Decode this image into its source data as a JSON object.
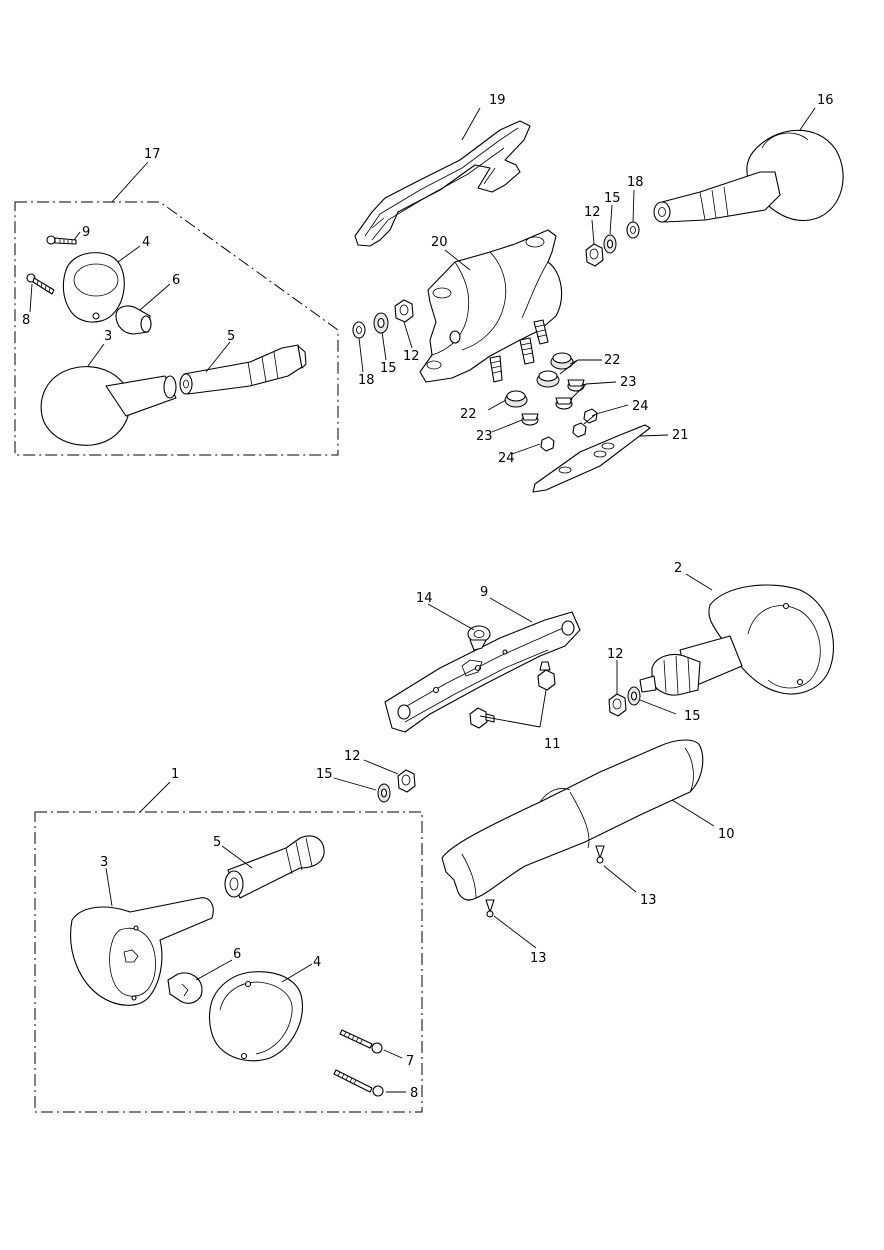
{
  "callouts": [
    {
      "id": "c19",
      "text": "19"
    },
    {
      "id": "c16",
      "text": "16"
    },
    {
      "id": "c17",
      "text": "17"
    },
    {
      "id": "c9a",
      "text": "9"
    },
    {
      "id": "c4a",
      "text": "4"
    },
    {
      "id": "c6a",
      "text": "6"
    },
    {
      "id": "c8a",
      "text": "8"
    },
    {
      "id": "c3a",
      "text": "3"
    },
    {
      "id": "c5a",
      "text": "5"
    },
    {
      "id": "c20",
      "text": "20"
    },
    {
      "id": "c12a",
      "text": "12"
    },
    {
      "id": "c15a",
      "text": "15"
    },
    {
      "id": "c18a",
      "text": "18"
    },
    {
      "id": "c18b",
      "text": "18"
    },
    {
      "id": "c15b",
      "text": "15"
    },
    {
      "id": "c12b",
      "text": "12"
    },
    {
      "id": "c22a",
      "text": "22"
    },
    {
      "id": "c23a",
      "text": "23"
    },
    {
      "id": "c22b",
      "text": "22"
    },
    {
      "id": "c24a",
      "text": "24"
    },
    {
      "id": "c23b",
      "text": "23"
    },
    {
      "id": "c21",
      "text": "21"
    },
    {
      "id": "c24b",
      "text": "24"
    },
    {
      "id": "c2",
      "text": "2"
    },
    {
      "id": "c14",
      "text": "14"
    },
    {
      "id": "c9b",
      "text": "9"
    },
    {
      "id": "c12c",
      "text": "12"
    },
    {
      "id": "c15c",
      "text": "15"
    },
    {
      "id": "c11",
      "text": "11"
    },
    {
      "id": "c12d",
      "text": "12"
    },
    {
      "id": "c15d",
      "text": "15"
    },
    {
      "id": "c1",
      "text": "1"
    },
    {
      "id": "c10",
      "text": "10"
    },
    {
      "id": "c5b",
      "text": "5"
    },
    {
      "id": "c3b",
      "text": "3"
    },
    {
      "id": "c13a",
      "text": "13"
    },
    {
      "id": "c6b",
      "text": "6"
    },
    {
      "id": "c4b",
      "text": "4"
    },
    {
      "id": "c13b",
      "text": "13"
    },
    {
      "id": "c7",
      "text": "7"
    },
    {
      "id": "c8b",
      "text": "8"
    }
  ]
}
